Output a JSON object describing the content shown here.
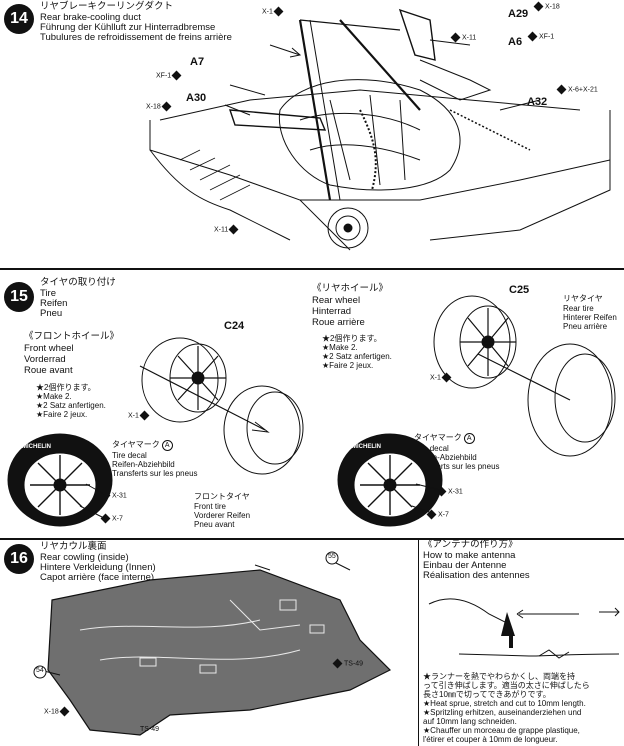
{
  "step14": {
    "number": "14",
    "title_lines": [
      "リヤブレーキクーリングダクト",
      "Rear brake-cooling duct",
      "Führung der Kühlluft zur Hinterradbremse",
      "Tubulures de refroidissement de freins arrière"
    ],
    "labels": {
      "a29": "A29",
      "a6": "A6",
      "a7": "A7",
      "a30": "A30",
      "a32": "A32"
    },
    "screws": {
      "x1": "X-1",
      "x18a": "X-18",
      "x11a": "X-11",
      "xf1a": "XF-1",
      "xf1b": "XF-1",
      "x18b": "X-18",
      "x6x21": "X-6+X-21",
      "x11b": "X-11"
    }
  },
  "step15": {
    "number": "15",
    "title_lines": [
      "タイヤの取り付け",
      "Tire",
      "Reifen",
      "Pneu"
    ],
    "front": {
      "heading_lines": [
        "《フロントホイール》",
        "Front wheel",
        "Vorderrad",
        "Roue avant"
      ],
      "make_lines": [
        "★2個作ります。",
        "★Make 2.",
        "★2 Satz anfertigen.",
        "★Faire 2 jeux."
      ],
      "part": "C24",
      "screw_x1": "X-1",
      "decal_lines": [
        "タイヤマーク",
        "Tire decal",
        "Reifen-Abziehbild",
        "Transferts sur les pneus"
      ],
      "decal_mark": "A",
      "fronttire_lines": [
        "フロントタイヤ",
        "Front tire",
        "Vorderer Reifen",
        "Pneu avant"
      ],
      "screw_x31": "X-31",
      "screw_x7": "X-7",
      "brand": "MICHELIN"
    },
    "rear": {
      "heading_lines": [
        "《リヤホイール》",
        "Rear wheel",
        "Hinterrad",
        "Roue arrière"
      ],
      "make_lines": [
        "★2個作ります。",
        "★Make 2.",
        "★2 Satz anfertigen.",
        "★Faire 2 jeux."
      ],
      "part": "C25",
      "tire_lines": [
        "リヤタイヤ",
        "Rear tire",
        "Hinterer Reifen",
        "Pneu arrière"
      ],
      "screw_x1": "X-1",
      "decal_lines": [
        "タイヤマーク",
        "Tire decal",
        "Reifen-Abziehbild",
        "Transferts sur les pneus"
      ],
      "decal_mark": "A",
      "screw_x31": "X-31",
      "screw_x7": "X-7",
      "brand": "MICHELIN"
    }
  },
  "step16": {
    "number": "16",
    "title_lines": [
      "リヤカウル裏面",
      "Rear cowling (inside)",
      "Hintere Verkleidung (Innen)",
      "Capot arrière (face interne)"
    ],
    "marks": {
      "m55": "55",
      "m54": "54",
      "ts49a": "TS-49",
      "ts49b": "TS-49",
      "x18": "X-18"
    }
  },
  "antenna": {
    "title_lines": [
      "《アンテナの作り方》",
      "How to make antenna",
      "Einbau der Antenne",
      "Réalisation des antennes"
    ],
    "notes": [
      "★ランナーを熱でやわらかくし、両端を持",
      "って引き伸ばします。適当の太さに伸ばしたら",
      "長さ10㎜で切ってできあがりです。",
      "★Heat sprue, stretch and cut to 10mm length.",
      "★Spritzling erhitzen, auseinanderziehen und",
      "auf 10mm lang schneiden.",
      "★Chauffer un morceau de grappe plastique,",
      "l'étirer et couper à 10mm de longueur."
    ]
  }
}
